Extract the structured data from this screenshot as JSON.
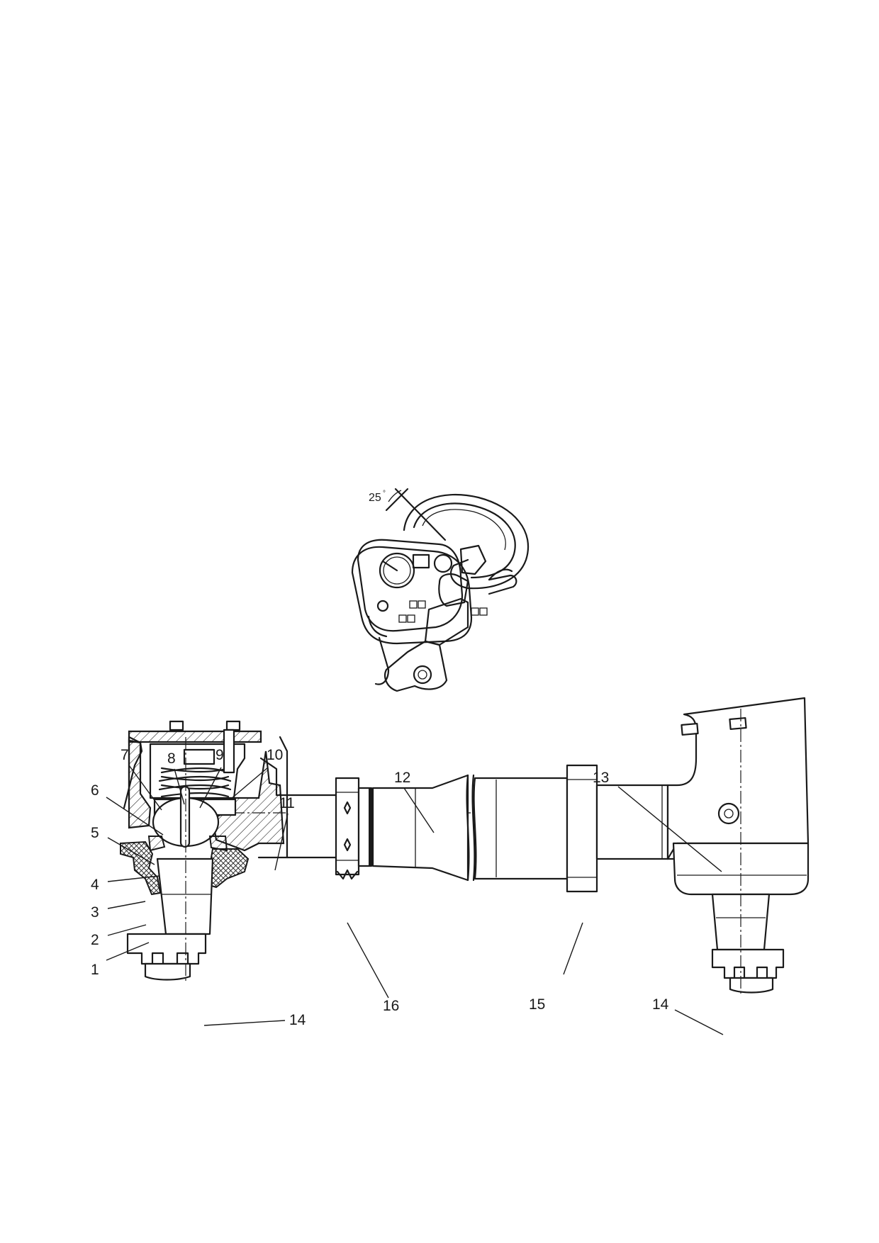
{
  "figure_top": {
    "angle_label": "25",
    "angle_unit": "°"
  },
  "figure_bottom": {
    "callouts": [
      {
        "id": "c1",
        "text": "1"
      },
      {
        "id": "c2",
        "text": "2"
      },
      {
        "id": "c3",
        "text": "3"
      },
      {
        "id": "c4",
        "text": "4"
      },
      {
        "id": "c5",
        "text": "5"
      },
      {
        "id": "c6",
        "text": "6"
      },
      {
        "id": "c7",
        "text": "7"
      },
      {
        "id": "c8",
        "text": "8"
      },
      {
        "id": "c9",
        "text": "9"
      },
      {
        "id": "c10",
        "text": "10"
      },
      {
        "id": "c11",
        "text": "11"
      },
      {
        "id": "c12",
        "text": "12"
      },
      {
        "id": "c13",
        "text": "13"
      },
      {
        "id": "c14a",
        "text": "14"
      },
      {
        "id": "c14b",
        "text": "14"
      },
      {
        "id": "c15",
        "text": "15"
      },
      {
        "id": "c16",
        "text": "16"
      }
    ]
  }
}
